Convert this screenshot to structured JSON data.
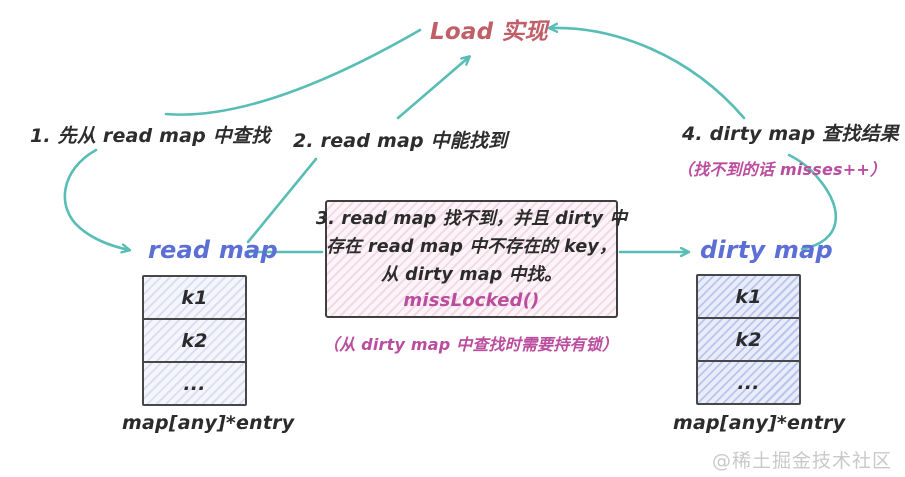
{
  "title": "Load 实现",
  "steps": {
    "step1": "1. 先从 read map 中查找",
    "step2": "2. read map 中能找到",
    "step4": "4. dirty map 查找结果",
    "step4_note": "（找不到的话 misses++）"
  },
  "center_box": {
    "line1": "3. read map 找不到，并且 dirty 中",
    "line2": "存在 read map 中不存在的 key，",
    "line3": "从 dirty map 中找。",
    "func": "missLocked()",
    "caption": "（从 dirty map 中查找时需要持有锁）"
  },
  "maps": {
    "read": {
      "label": "read map",
      "cells": [
        "k1",
        "k2",
        "..."
      ],
      "type_label": "map[any]*entry"
    },
    "dirty": {
      "label": "dirty map",
      "cells": [
        "k1",
        "k2",
        "..."
      ],
      "type_label": "map[any]*entry"
    }
  },
  "watermark": "@稀土掘金技术社区",
  "colors": {
    "arrow_teal": "#58bdb5",
    "title_red": "#c05f68",
    "annotation_pink": "#bb4d9e",
    "map_label_blue": "#5c6fd6",
    "text_dark": "#2d2d2d",
    "box_border": "#474747",
    "watermark_gray": "#c9c9c9"
  }
}
